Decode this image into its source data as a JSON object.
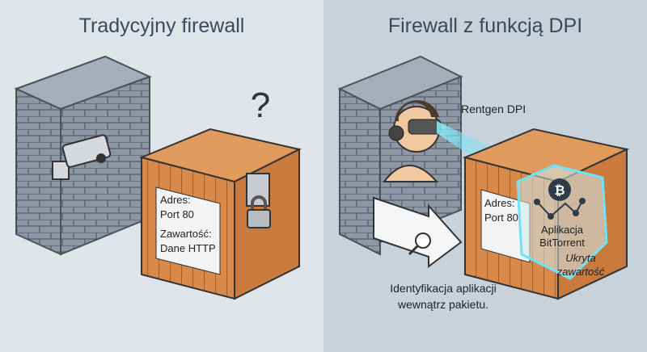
{
  "left": {
    "title": "Tradycyjny firewall",
    "question": "?",
    "label_lines": [
      "Adres:",
      "Port 80",
      "Zawartość:",
      "Dane HTTP"
    ]
  },
  "right": {
    "title": "Firewall z funkcją DPI",
    "xray_label": "Rentgen DPI",
    "label_lines": [
      "Adres:",
      "Port 80"
    ],
    "app_lines": [
      "Aplikacja",
      "BitTorrent"
    ],
    "hidden_lines": [
      "Ukryta",
      "zawartość"
    ],
    "caption_lines": [
      "Identyfikacja aplikacji",
      "wewnątrz pakietu."
    ]
  },
  "colors": {
    "left_bg": "#dfe4e8",
    "right_bg": "#c8d2da",
    "brick": "#8c96a2",
    "wood": "#d9894a",
    "beam": "#5fd8f0"
  }
}
